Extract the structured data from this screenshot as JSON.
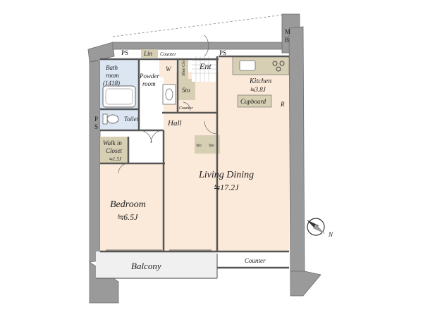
{
  "colors": {
    "wall": "#8f8f8f",
    "floor_wood": "#fbe9d9",
    "floor_tile": "#dce6f2",
    "balcony": "#f0f0f0",
    "storage": "#d7cfb4",
    "line": "#555555"
  },
  "rooms": {
    "bathroom": {
      "line1": "Bath",
      "line2": "room",
      "line3": "(1418)"
    },
    "lin": "Lin",
    "counter_top": "Counter",
    "ps_top_left": "PS",
    "ps_top_right": "PS",
    "mb": {
      "line1": "M",
      "line2": "B"
    },
    "powder": {
      "line1": "Powder",
      "line2": "room"
    },
    "w": "W",
    "shoe": "Shoe Clo",
    "sto_entry": "Sto",
    "counter_small": "Counter",
    "ent": "Ent",
    "kitchen": {
      "name": "Kitchen",
      "area": "≒3.8J"
    },
    "cupboard": "Cupboard",
    "r": "R",
    "toilet": "Toilet",
    "ps_left": {
      "line1": "P",
      "line2": "S"
    },
    "hall": "Hall",
    "walkin": {
      "line1": "Walk in",
      "line2": "Closet",
      "area": "≒1.3J"
    },
    "sto_a": "Sto",
    "sto_b": "Sto",
    "living": {
      "name": "Living Dining",
      "area": "≒17.2J"
    },
    "bedroom": {
      "name": "Bedroom",
      "area": "≒6.5J"
    },
    "balcony": "Balcony",
    "counter_bottom": "Counter",
    "north": "N"
  }
}
